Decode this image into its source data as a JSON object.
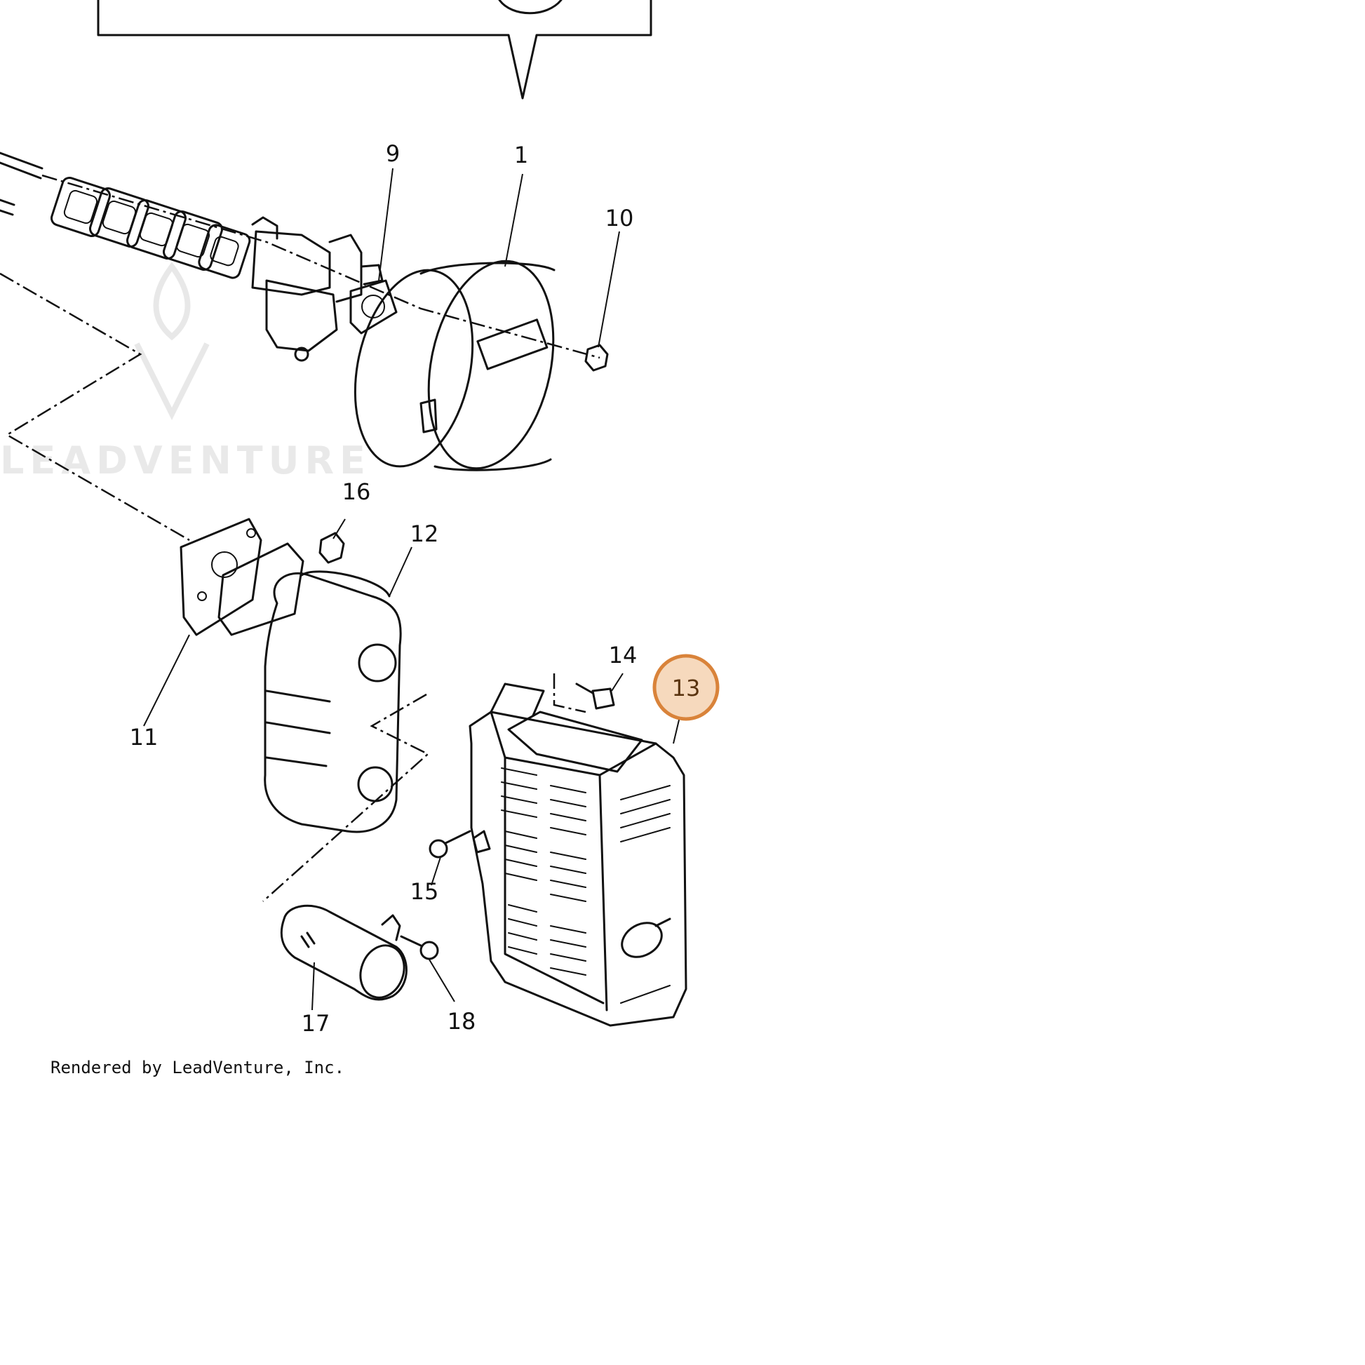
{
  "diagram": {
    "callouts": [
      {
        "id": "1",
        "label": "1",
        "highlighted": false
      },
      {
        "id": "9",
        "label": "9",
        "highlighted": false
      },
      {
        "id": "10",
        "label": "10",
        "highlighted": false
      },
      {
        "id": "11",
        "label": "11",
        "highlighted": false
      },
      {
        "id": "12",
        "label": "12",
        "highlighted": false
      },
      {
        "id": "13",
        "label": "13",
        "highlighted": true
      },
      {
        "id": "14",
        "label": "14",
        "highlighted": false
      },
      {
        "id": "15",
        "label": "15",
        "highlighted": false
      },
      {
        "id": "16",
        "label": "16",
        "highlighted": false
      },
      {
        "id": "17",
        "label": "17",
        "highlighted": false
      },
      {
        "id": "18",
        "label": "18",
        "highlighted": false
      }
    ],
    "highlight_color": "#d9833a",
    "highlight_fill": "#f6d9bd",
    "watermark": "LEADVENTURE",
    "credit": "Rendered by LeadVenture, Inc."
  }
}
